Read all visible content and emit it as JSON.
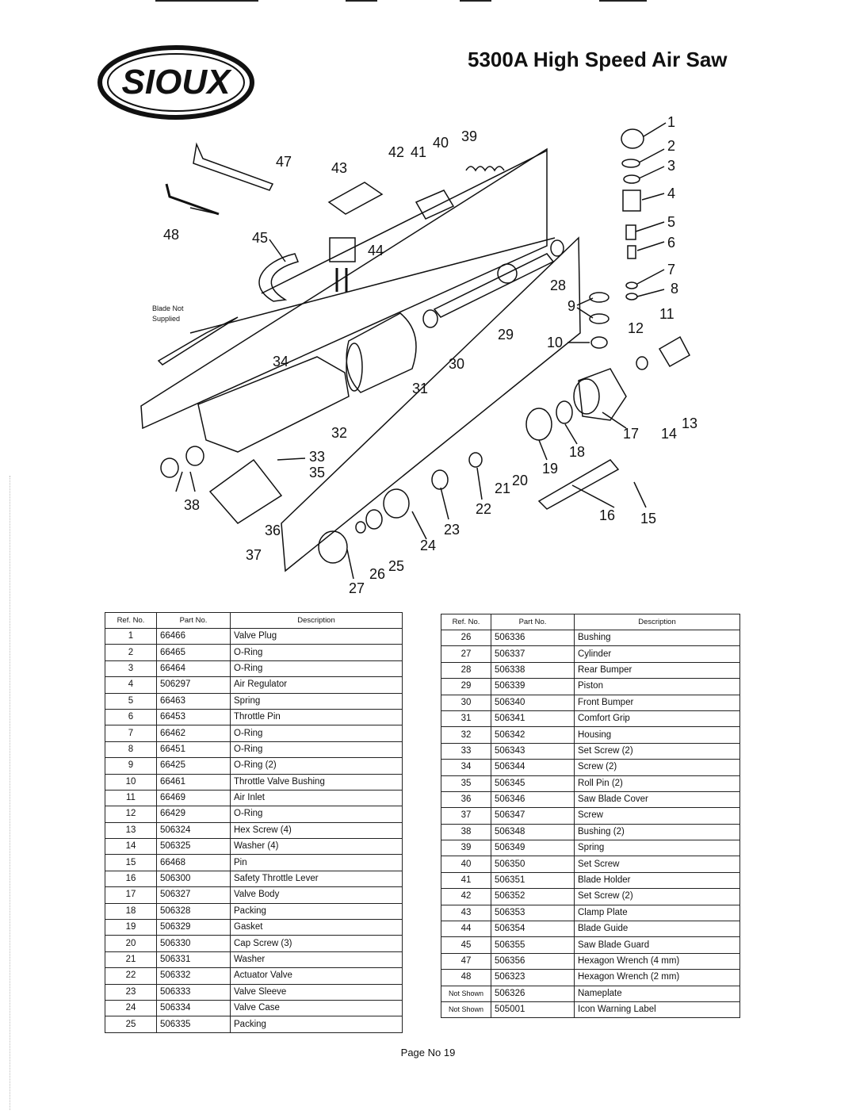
{
  "header": {
    "brand": "SIOUX",
    "title": "5300A   High Speed Air Saw"
  },
  "diagram": {
    "blade_note_line1": "Blade Not",
    "blade_note_line2": "Supplied",
    "callouts": [
      "1",
      "2",
      "3",
      "4",
      "5",
      "6",
      "7",
      "8",
      "9",
      "10",
      "11",
      "12",
      "13",
      "14",
      "15",
      "16",
      "17",
      "18",
      "19",
      "20",
      "21",
      "22",
      "23",
      "24",
      "25",
      "26",
      "27",
      "28",
      "29",
      "30",
      "31",
      "32",
      "33",
      "34",
      "35",
      "36",
      "37",
      "38",
      "39",
      "40",
      "41",
      "42",
      "43",
      "44",
      "45",
      "47",
      "48"
    ]
  },
  "table_headers": {
    "ref": "Ref. No.",
    "part": "Part No.",
    "desc": "Description"
  },
  "parts_left": [
    {
      "ref": "1",
      "part": "66466",
      "desc": "Valve Plug"
    },
    {
      "ref": "2",
      "part": "66465",
      "desc": "O-Ring"
    },
    {
      "ref": "3",
      "part": "66464",
      "desc": "O-Ring"
    },
    {
      "ref": "4",
      "part": "506297",
      "desc": "Air Regulator"
    },
    {
      "ref": "5",
      "part": "66463",
      "desc": "Spring"
    },
    {
      "ref": "6",
      "part": "66453",
      "desc": "Throttle Pin"
    },
    {
      "ref": "7",
      "part": "66462",
      "desc": "O-Ring"
    },
    {
      "ref": "8",
      "part": "66451",
      "desc": "O-Ring"
    },
    {
      "ref": "9",
      "part": "66425",
      "desc": "O-Ring (2)"
    },
    {
      "ref": "10",
      "part": "66461",
      "desc": "Throttle Valve Bushing"
    },
    {
      "ref": "11",
      "part": "66469",
      "desc": "Air Inlet"
    },
    {
      "ref": "12",
      "part": "66429",
      "desc": "O-Ring"
    },
    {
      "ref": "13",
      "part": "506324",
      "desc": "Hex Screw (4)"
    },
    {
      "ref": "14",
      "part": "506325",
      "desc": "Washer (4)"
    },
    {
      "ref": "15",
      "part": "66468",
      "desc": "Pin"
    },
    {
      "ref": "16",
      "part": "506300",
      "desc": "Safety Throttle Lever"
    },
    {
      "ref": "17",
      "part": "506327",
      "desc": "Valve Body"
    },
    {
      "ref": "18",
      "part": "506328",
      "desc": "Packing"
    },
    {
      "ref": "19",
      "part": "506329",
      "desc": "Gasket"
    },
    {
      "ref": "20",
      "part": "506330",
      "desc": "Cap Screw (3)"
    },
    {
      "ref": "21",
      "part": "506331",
      "desc": "Washer"
    },
    {
      "ref": "22",
      "part": "506332",
      "desc": "Actuator Valve"
    },
    {
      "ref": "23",
      "part": "506333",
      "desc": "Valve Sleeve"
    },
    {
      "ref": "24",
      "part": "506334",
      "desc": "Valve Case"
    },
    {
      "ref": "25",
      "part": "506335",
      "desc": "Packing"
    }
  ],
  "parts_right": [
    {
      "ref": "26",
      "part": "506336",
      "desc": "Bushing"
    },
    {
      "ref": "27",
      "part": "506337",
      "desc": "Cylinder"
    },
    {
      "ref": "28",
      "part": "506338",
      "desc": "Rear Bumper"
    },
    {
      "ref": "29",
      "part": "506339",
      "desc": "Piston"
    },
    {
      "ref": "30",
      "part": "506340",
      "desc": "Front Bumper"
    },
    {
      "ref": "31",
      "part": "506341",
      "desc": "Comfort Grip"
    },
    {
      "ref": "32",
      "part": "506342",
      "desc": "Housing"
    },
    {
      "ref": "33",
      "part": "506343",
      "desc": "Set Screw (2)"
    },
    {
      "ref": "34",
      "part": "506344",
      "desc": "Screw (2)"
    },
    {
      "ref": "35",
      "part": "506345",
      "desc": "Roll Pin (2)"
    },
    {
      "ref": "36",
      "part": "506346",
      "desc": "Saw Blade Cover"
    },
    {
      "ref": "37",
      "part": "506347",
      "desc": "Screw"
    },
    {
      "ref": "38",
      "part": "506348",
      "desc": "Bushing (2)"
    },
    {
      "ref": "39",
      "part": "506349",
      "desc": "Spring"
    },
    {
      "ref": "40",
      "part": "506350",
      "desc": "Set Screw"
    },
    {
      "ref": "41",
      "part": "506351",
      "desc": "Blade Holder"
    },
    {
      "ref": "42",
      "part": "506352",
      "desc": "Set Screw (2)"
    },
    {
      "ref": "43",
      "part": "506353",
      "desc": "Clamp Plate"
    },
    {
      "ref": "44",
      "part": "506354",
      "desc": "Blade Guide"
    },
    {
      "ref": "45",
      "part": "506355",
      "desc": "Saw Blade Guard"
    },
    {
      "ref": "47",
      "part": "506356",
      "desc": "Hexagon Wrench (4 mm)"
    },
    {
      "ref": "48",
      "part": "506323",
      "desc": "Hexagon Wrench (2 mm)"
    },
    {
      "ref": "Not Shown",
      "part": "506326",
      "desc": "Nameplate"
    },
    {
      "ref": "Not Shown",
      "part": "505001",
      "desc": "Icon Warning Label"
    }
  ],
  "footer": {
    "page": "Page No 19"
  }
}
